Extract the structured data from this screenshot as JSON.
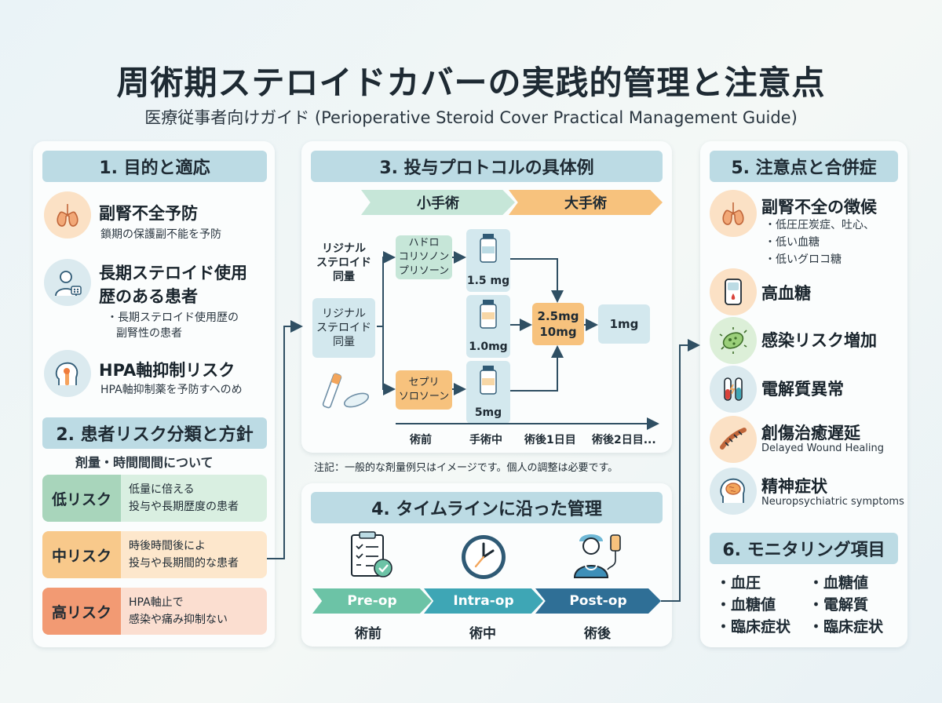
{
  "header": {
    "title": "周術期ステロイドカバーの実践的管理と注意点",
    "subtitle": "医療従事者向けガイド (Perioperative Steroid Cover Practical Management Guide)"
  },
  "sec1": {
    "head": "1. 目的と適応",
    "items": [
      {
        "title": "副腎不全予防",
        "sub": "鎖期の保護副不能を予防"
      },
      {
        "title": "長期ステロイド使用",
        "title2": "歴のある患者",
        "bullets": [
          "・長期ステロイド使用歴の",
          "副腎性の患者"
        ]
      },
      {
        "title": "HPA軸抑制リスク",
        "sub": "HPA軸抑制薬を予防すへのめ"
      }
    ]
  },
  "sec2": {
    "head": "2. 患者リスク分類と方針",
    "sub": "剤量・時間間間について",
    "risks": [
      {
        "label": "低リスク",
        "lines": [
          "低量に倍える",
          "投与や長期歴度の患者"
        ],
        "color": "#cfe8d8",
        "label_color": "#a8d5bb"
      },
      {
        "label": "中リスク",
        "lines": [
          "時後時間後によ",
          "投与や長期間的な患者"
        ],
        "color": "#fde3c2",
        "label_color": "#f8c98b"
      },
      {
        "label": "高リスク",
        "lines": [
          "HPA軸止で",
          "感染や痛み抑制ない"
        ],
        "color": "#fbd6c6",
        "label_color": "#f29a73"
      }
    ]
  },
  "sec3": {
    "head": "3. 投与プロトコルの具体例",
    "chevrons": [
      "小手術",
      "大手術"
    ],
    "orig_label_1": [
      "リジナル",
      "ステロイド",
      "同量"
    ],
    "orig_label_2": [
      "リジナル",
      "ステロイド",
      "同量"
    ],
    "drug_a": [
      "ハドロ",
      "コリソノン",
      "プリソーン"
    ],
    "drug_b": [
      "セプリ",
      "ソロソーン"
    ],
    "doses": [
      "1.5 mg",
      "1.0mg",
      "5mg"
    ],
    "combined": [
      "2.5mg",
      "10mg"
    ],
    "final": "1mg",
    "axis": [
      "術前",
      "手術中",
      "術後1日目",
      "術後2日目..."
    ],
    "note": "注記：一般的な剤量例只はイメージです。個人の調整は必要です。"
  },
  "sec4": {
    "head": "4. タイムラインに沿った管理",
    "phases": [
      {
        "en": "Pre-op",
        "ja": "術前",
        "color": "#6cc3a6"
      },
      {
        "en": "Intra-op",
        "ja": "術中",
        "color": "#3ea6b5"
      },
      {
        "en": "Post-op",
        "ja": "術後",
        "color": "#2f6f96"
      }
    ]
  },
  "sec5": {
    "head": "5. 注意点と合併症",
    "items": [
      {
        "title": "副腎不全の徴候",
        "bullets": [
          "・低圧圧炭症、吐心、",
          "・低い血糖",
          "・低いグロコ糖"
        ]
      },
      {
        "title": "高血糖"
      },
      {
        "title": "感染リスク増加"
      },
      {
        "title": "電解質異常"
      },
      {
        "title": "創傷治癒遅延",
        "sub": "Delayed Wound Healing"
      },
      {
        "title": "精神症状",
        "sub": "Neuropsychiatric symptoms"
      }
    ]
  },
  "sec6": {
    "head": "6. モニタリング項目",
    "left": [
      "・血圧",
      "・血糖値",
      "・臨床症状"
    ],
    "right": [
      "・血糖値",
      "・電解質",
      "・臨床症状"
    ]
  }
}
